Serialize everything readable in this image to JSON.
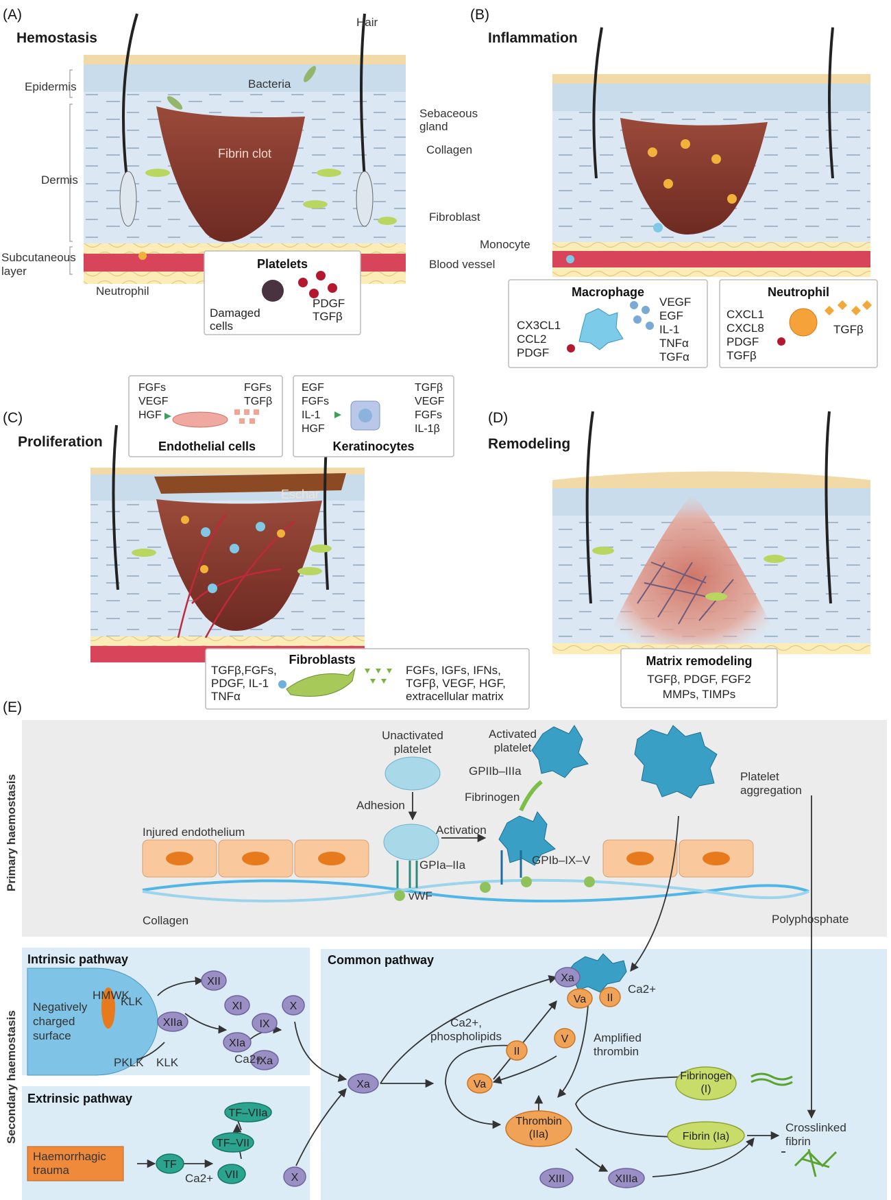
{
  "panels": {
    "a": {
      "letter": "(A)",
      "title": "Hemostasis",
      "labels": {
        "hair": "Hair",
        "epidermis": "Epidermis",
        "dermis": "Dermis",
        "subcutaneous": "Subcutaneous\nlayer",
        "bacteria": "Bacteria",
        "sebaceous": "Sebaceous\ngland",
        "collagen": "Collagen",
        "fibrin_clot": "Fibrin clot",
        "fibroblast": "Fibroblast",
        "blood_vessel": "Blood vessel",
        "neutrophil": "Neutrophil"
      },
      "callout": {
        "title": "Platelets",
        "damaged": "Damaged\ncells",
        "factors": "PDGF\nTGFβ"
      }
    },
    "b": {
      "letter": "(B)",
      "title": "Inflammation",
      "labels": {
        "monocyte": "Monocyte"
      },
      "macrophage": {
        "title": "Macrophage",
        "left": "CX3CL1\nCCL2\nPDGF",
        "right": "VEGF\nEGF\nIL-1\nTNFα\nTGFα"
      },
      "neutrophil": {
        "title": "Neutrophil",
        "left": "CXCL1\nCXCL8\nPDGF\nTGFβ",
        "right": "TGFβ"
      }
    },
    "c": {
      "letter": "(C)",
      "title": "Proliferation",
      "labels": {
        "eschar": "Eschar"
      },
      "endothelial": {
        "title": "Endothelial cells",
        "left": "FGFs\nVEGF\nHGF",
        "right": "FGFs\nTGFβ"
      },
      "keratinocytes": {
        "title": "Keratinocytes",
        "left": "EGF\nFGFs\nIL-1\nHGF",
        "right": "TGFβ\nVEGF\nFGFs\nIL-1β"
      },
      "fibroblasts": {
        "title": "Fibroblasts",
        "left": "TGFβ,FGFs,\nPDGF, IL-1\nTNFα",
        "right": "FGFs, IGFs, IFNs,\nTGFβ, VEGF, HGF,\nextracellular matrix"
      }
    },
    "d": {
      "letter": "(D)",
      "title": "Remodeling",
      "matrix": {
        "title": "Matrix remodeling",
        "lines": "TGFβ, PDGF, FGF2\nMMPs, TIMPs"
      }
    },
    "e": {
      "letter": "(E)",
      "primary": {
        "side": "Primary haemostasis",
        "unactivated": "Unactivated\nplatelet",
        "activated": "Activated\nplatelet",
        "gp2b3a": "GPIIb–IIIa",
        "fibrinogen": "Fibrinogen",
        "aggregation": "Platelet\naggregation",
        "adhesion": "Adhesion",
        "activation": "Activation",
        "injured": "Injured endothelium",
        "gp1a2a": "GPIa–IIa",
        "gp1b": "GPIb–IX–V",
        "vwf": "vWF",
        "collagen": "Collagen",
        "polyphosphate": "Polyphosphate"
      },
      "secondary": {
        "side": "Secondary haemostasis",
        "intrinsic": {
          "title": "Intrinsic pathway",
          "surface": "Negatively\ncharged\nsurface",
          "hmwk": "HMWK",
          "klk1": "KLK",
          "klk2": "KLK",
          "pklk": "PKLK",
          "nodes": {
            "xii": "XII",
            "xiia": "XIIa",
            "xi": "XI",
            "xia": "XIa",
            "ix": "IX",
            "ixa": "IXa",
            "x": "X"
          },
          "ca": "Ca2+"
        },
        "extrinsic": {
          "title": "Extrinsic pathway",
          "trauma": "Haemorrhagic\ntrauma",
          "nodes": {
            "tf": "TF",
            "tfviia": "TF–VIIa",
            "tfvii": "TF–VII",
            "vii": "VII",
            "x": "X"
          },
          "ca": "Ca2+"
        },
        "common": {
          "title": "Common pathway",
          "nodes": {
            "xa": "Xa",
            "xa2": "Xa",
            "va": "Va",
            "ii": "II",
            "ii2": "II",
            "v": "V",
            "va2": "Va",
            "thrombin": "Thrombin\n(IIa)",
            "fibrinogen": "Fibrinogen\n(I)",
            "fibrin": "Fibrin (Ia)",
            "xiii": "XIII",
            "xiiia": "XIIIa"
          },
          "ca_phos": "Ca2+,\nphospholipids",
          "ca": "Ca2+",
          "amplified": "Amplified\nthrombin",
          "crosslinked": "Crosslinked\nfibrin"
        }
      }
    }
  }
}
